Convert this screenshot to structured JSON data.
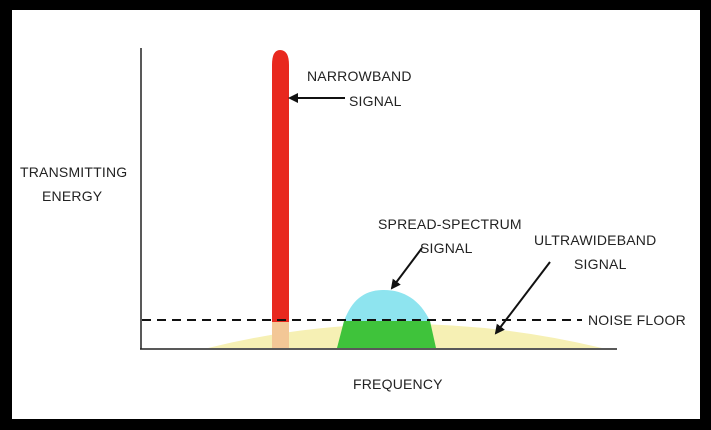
{
  "diagram": {
    "y_axis_label": [
      "TRANSMITTING",
      "ENERGY"
    ],
    "x_axis_label": "FREQUENCY",
    "narrowband_label": [
      "NARROWBAND",
      "SIGNAL"
    ],
    "spread_spectrum_label": [
      "SPREAD-SPECTRUM",
      "SIGNAL"
    ],
    "ultrawideband_label": [
      "ULTRAWIDEBAND",
      "SIGNAL"
    ],
    "noise_floor_label": "NOISE FLOOR",
    "colors": {
      "narrowband": "#e8281e",
      "spread_spectrum_above": "#8ee4ef",
      "spread_spectrum_below": "#3fc33b",
      "ultrawideband": "#f6f0b4",
      "narrowband_below_floor": "#f3c796",
      "axes": "#222222",
      "noise_floor": "#111111"
    }
  }
}
